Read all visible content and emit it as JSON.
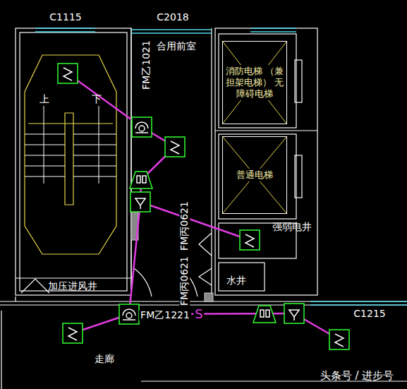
{
  "diagram": {
    "nodes": [
      {
        "text": [
          "消防电梯 （兼担架电梯） 无障碍电梯"
        ]
      },
      {
        "text": [
          "普通电梯"
        ]
      }
    ],
    "labels": [
      "C1115",
      "C2018",
      "合用前室",
      "FM乙1021",
      "上",
      "下",
      "强弱电井",
      "FM丙0621",
      "FM丙0621",
      "水井",
      "加压进风井",
      "FM乙1221",
      "S",
      "C1215",
      "走廊",
      "头条号 / 进步号"
    ]
  }
}
